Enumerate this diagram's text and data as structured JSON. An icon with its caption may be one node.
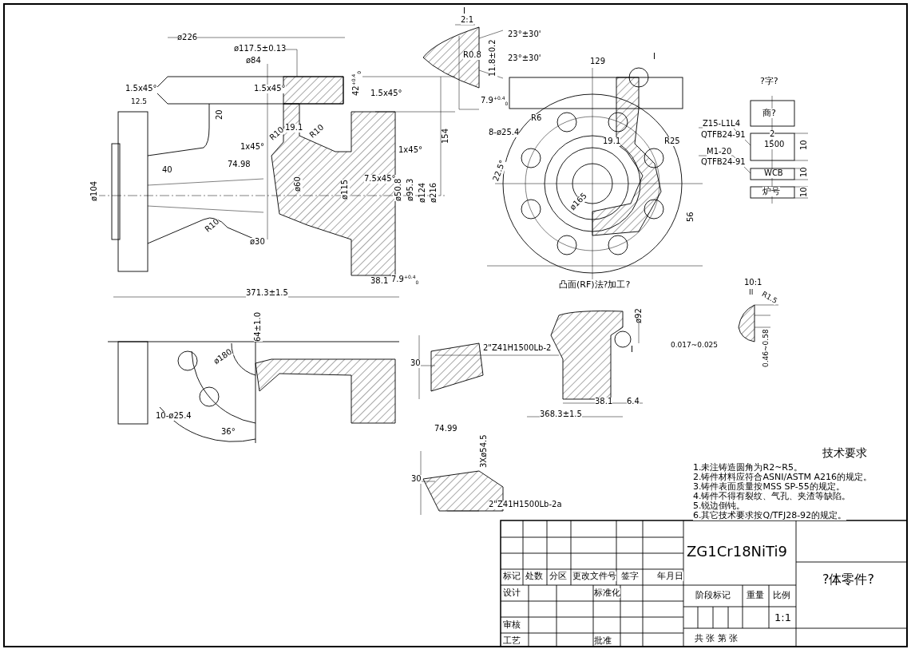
{
  "diagram": {
    "labels": [
      "ø226",
      "ø117.5±0.13",
      "ø84",
      "1.5x45°",
      "12.5",
      "1.5x45°",
      "42$^{+0.4}$$_{0}$",
      "1.5x45°",
      "20",
      "19.1",
      "R10",
      "R10",
      "1x45°",
      "1x45°",
      "74.98",
      "40",
      "ø104",
      "ø60",
      "ø115",
      "7.5x45°",
      "ø50.8",
      "ø95.3",
      "ø124",
      "ø216",
      "154",
      "R10",
      "ø30",
      "38.1",
      "7.9$^{+0.4}$$_{0}$",
      "371.3±1.5",
      "I",
      "2:1",
      "23°±30'",
      "11.8±0.2",
      "R0.8",
      "23°±30'",
      "7.9$^{+0.4}$$_{0}$",
      "129",
      "I",
      "R6",
      "8-ø25.4",
      "22.5°",
      "19.1",
      "R25",
      "ø165",
      "56",
      "凸面(RF)法?加工?",
      "?字?",
      "Z15-L1L4",
      "QTFB24-91",
      "M1-20",
      "QTFB24-91",
      "商?",
      "2",
      "1500",
      "WCB",
      "炉号",
      "10",
      "10",
      "10",
      "10:1",
      "II",
      "R1.5",
      "0.017~0.025",
      "0.46~0.58",
      "64±1.0",
      "ø180",
      "10-ø25.4",
      "36°",
      "2\"Z41H1500Lb-2",
      "30",
      "74.99",
      "3Xø54.5",
      "30",
      "2\"Z41H1500Lb-2a",
      "ø92",
      "I",
      "38.1",
      "6.4",
      "368.3±1.5",
      "技术要求",
      "1.未注铸造圆角为R2~R5。",
      "2.铸件材料应符合ASNI/ASTM A216的规定。",
      "3.铸件表面质量按MSS SP-55的规定。",
      "4.铸件不得有裂纹、气孔、夹渣等缺陷。",
      "5.锐边倒钝。",
      "6.其它技术要求按Q/TFJ28-92的规定。",
      "ZG1Cr18NiTi9",
      "?体零件?",
      "标记",
      "处数",
      "分区",
      "更改文件号",
      "签字",
      "年月日",
      "设计",
      "标准化",
      "阶段标记",
      "重量",
      "比例",
      "1:1",
      "审核",
      "工艺",
      "批准",
      "共 张 第 张"
    ]
  }
}
